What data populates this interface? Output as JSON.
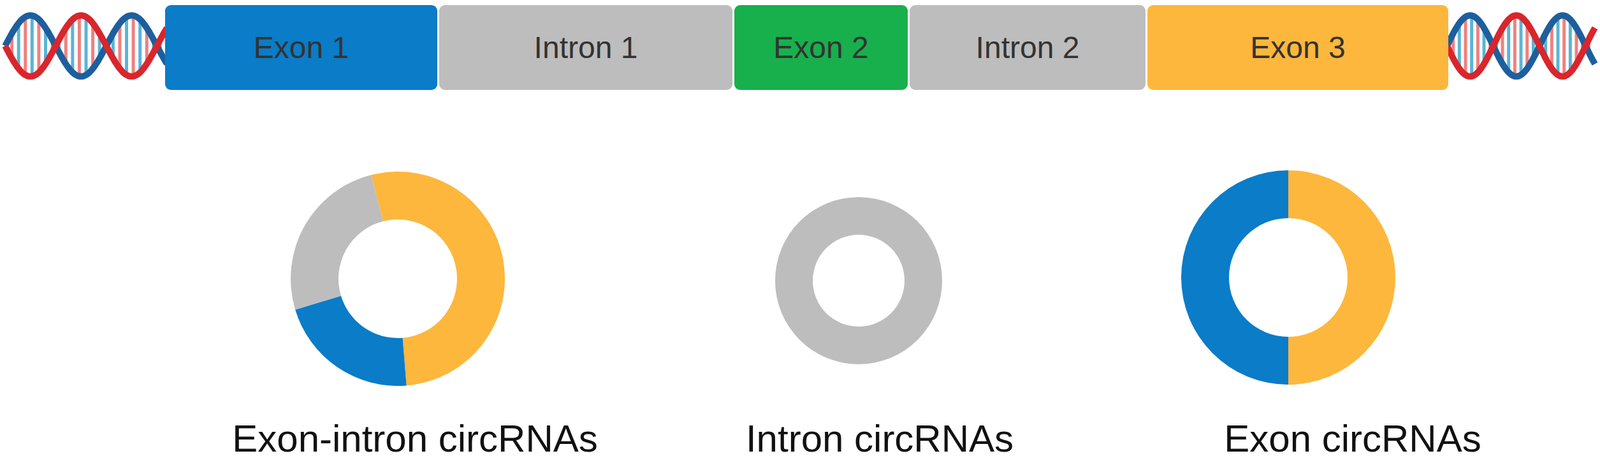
{
  "diagram": {
    "nodes": [
      {
        "text": [
          "Exon 1"
        ]
      },
      {
        "text": [
          "Intron 1"
        ]
      },
      {
        "text": [
          "Exon 2"
        ]
      },
      {
        "text": [
          "Intron 2"
        ]
      },
      {
        "text": [
          "Exon 3"
        ]
      },
      {
        "text": [
          "Exon-intron circRNAs"
        ]
      },
      {
        "text": [
          "Intron circRNAs"
        ]
      },
      {
        "text": [
          "Exon circRNAs"
        ]
      }
    ]
  }
}
